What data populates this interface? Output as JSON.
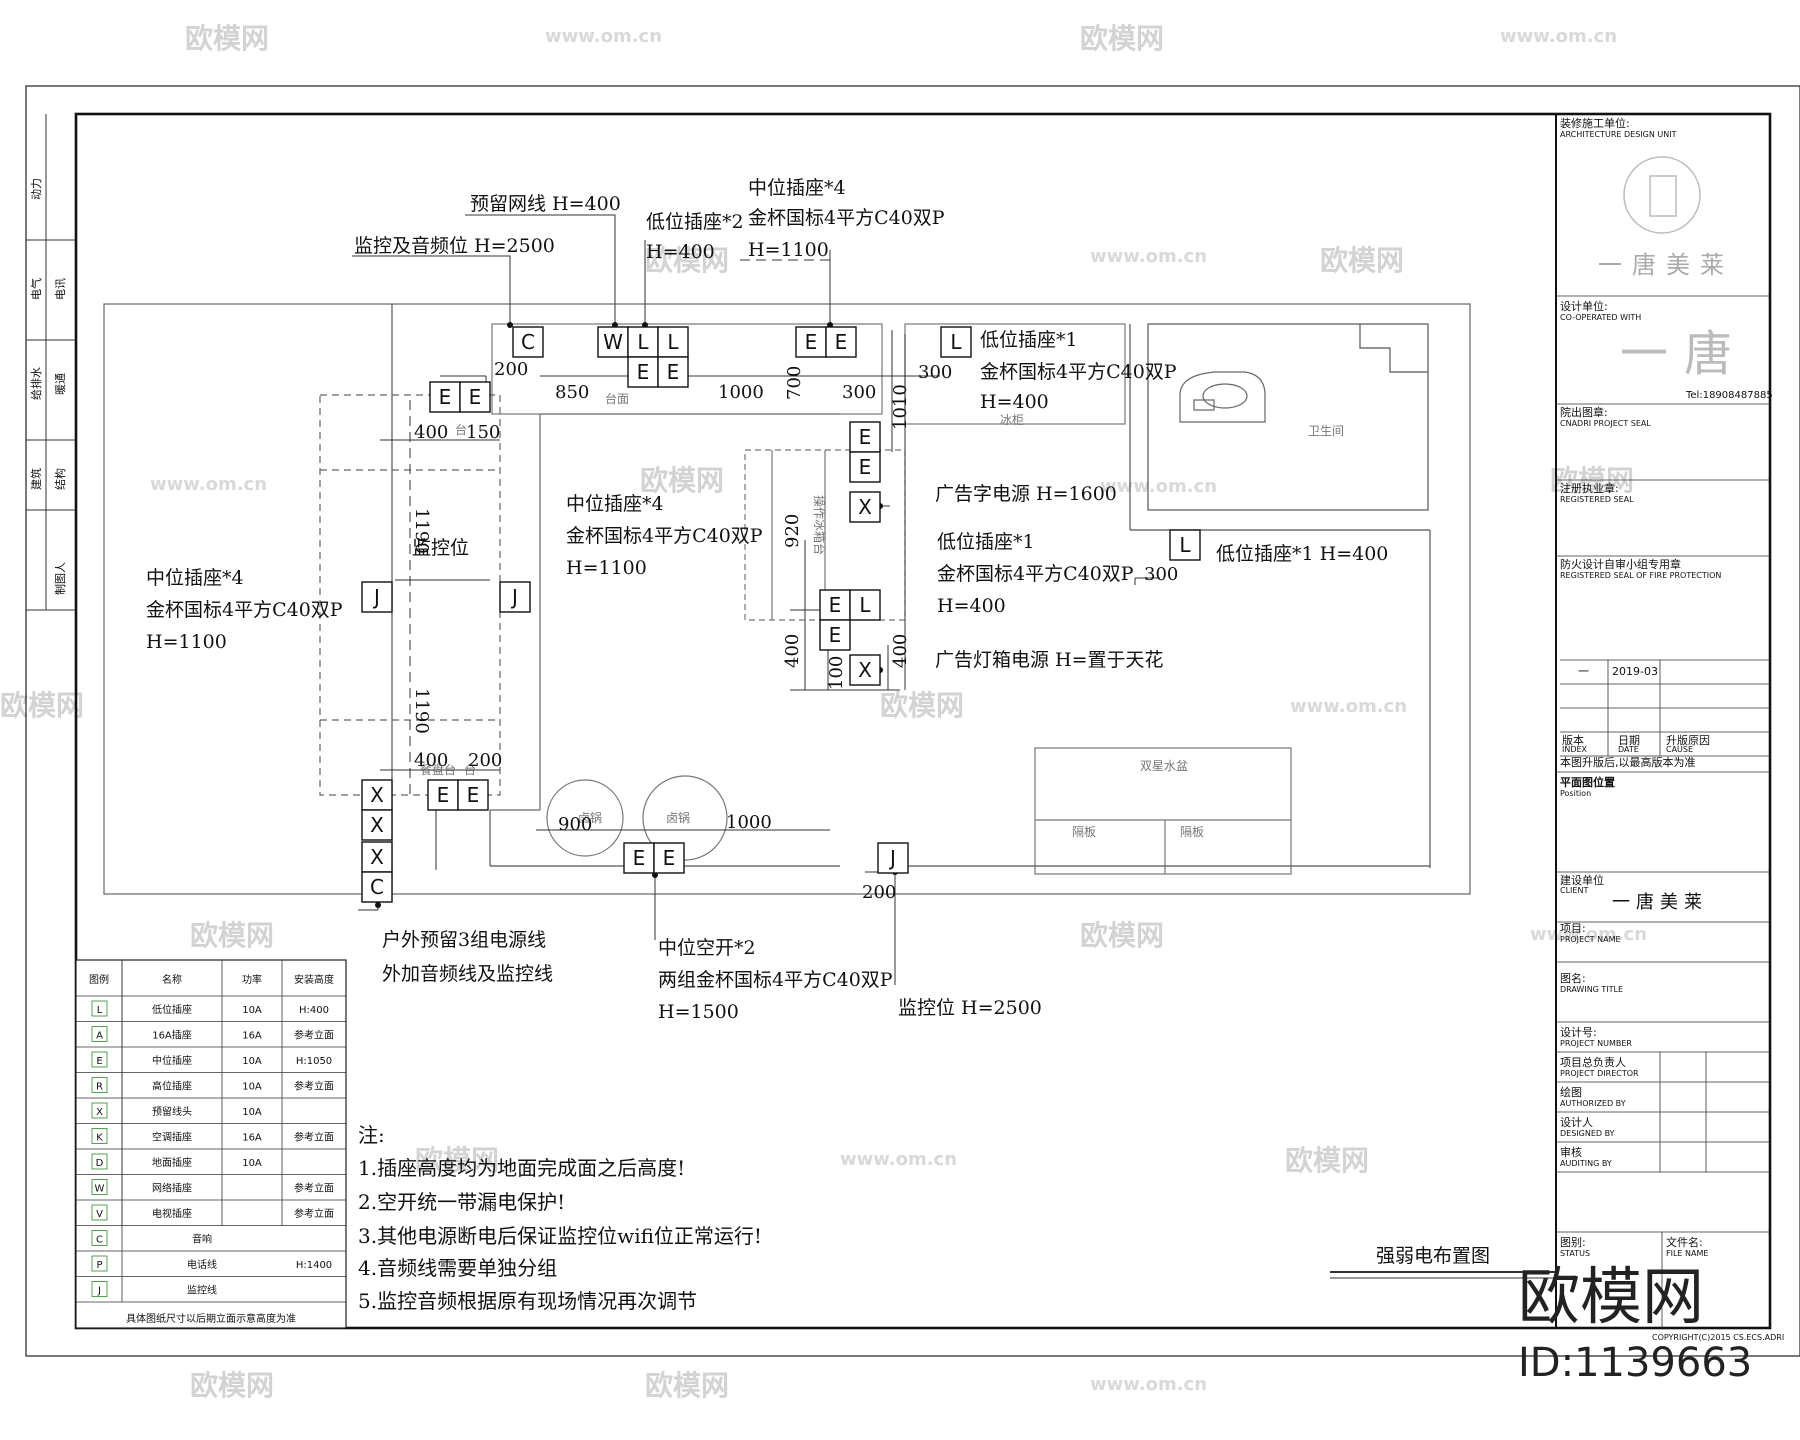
{
  "watermarks": {
    "brand": "欧模网",
    "url": "www.om.cn"
  },
  "left_strip": [
    "动力",
    "电气",
    "电讯",
    "给排水",
    "暖通",
    "建筑",
    "结构",
    "制图人"
  ],
  "annotations": {
    "a1": "预留网线 H=400",
    "a2": "监控及音频位 H=2500",
    "a3": "低位插座*2",
    "a4": "H=400",
    "a5": "中位插座*4",
    "a6": "金杯国标4平方C40双P",
    "a7": "H=1100",
    "a8": "低位插座*1",
    "a9": "金杯国标4平方C40双P",
    "a10": "H=400",
    "a11": "中位插座*4",
    "a12": "金杯国标4平方C40双P",
    "a13": "H=1100",
    "a14": "广告字电源 H=1600",
    "a15": "低位插座*1",
    "a16": "金杯国标4平方C40双P",
    "a17": "H=400",
    "a18": "低位插座*1 H=400",
    "a19": "中位插座*4",
    "a20": "金杯国标4平方C40双P",
    "a21": "H=1100",
    "a22": "监控位",
    "a23": "广告灯箱电源 H=置于天花",
    "a24": "户外预留3组电源线",
    "a25": "外加音频线及监控线",
    "a26": "中位空开*2",
    "a27": "两组金杯国标4平方C40双P",
    "a28": "H=1500",
    "a29": "监控位 H=2500"
  },
  "dims": {
    "d200a": "200",
    "d850": "850",
    "d1000a": "1000",
    "d700": "700",
    "d300a": "300",
    "d300b": "300",
    "d1010": "1010",
    "d400a": "400",
    "d150": "150",
    "d1190a": "1190",
    "d920": "920",
    "d300c": "300",
    "d400b": "400",
    "d400c": "400",
    "d100": "100",
    "d1190b": "1190",
    "d400d": "400",
    "d200b": "200",
    "d900": "900",
    "d1000b": "1000",
    "d200c": "200"
  },
  "rooms": {
    "r1": "台面",
    "r2": "冰柜",
    "r3": "卫生间",
    "r4": "台",
    "r5": "操作冰箱台",
    "r6": "双星水盆",
    "r7": "隔板",
    "r8": "隔板",
    "r9": "卤锅",
    "r10": "卤锅",
    "r11": "台",
    "r12": "餐盘台"
  },
  "symbols": {
    "s1": "C",
    "s2": "W",
    "s3": "L",
    "s4": "L",
    "s5": "E",
    "s6": "E",
    "s7": "E",
    "s8": "E",
    "s9": "L",
    "s10": "E",
    "s11": "E",
    "s12": "E",
    "s13": "E",
    "s14": "X",
    "s15": "J",
    "s16": "J",
    "s17": "L",
    "s18": "E",
    "s19": "L",
    "s20": "E",
    "s21": "X",
    "s22": "X",
    "s23": "E",
    "s24": "E",
    "s25": "X",
    "s26": "X",
    "s27": "C",
    "s28": "E",
    "s29": "E",
    "s30": "J"
  },
  "legend": {
    "headers": [
      "图例",
      "名称",
      "功率",
      "安装高度"
    ],
    "rows": [
      [
        "L",
        "低位插座",
        "10A",
        "H:400"
      ],
      [
        "A",
        "16A插座",
        "16A",
        "参考立面"
      ],
      [
        "E",
        "中位插座",
        "10A",
        "H:1050"
      ],
      [
        "R",
        "高位插座",
        "10A",
        "参考立面"
      ],
      [
        "X",
        "预留线头",
        "10A",
        ""
      ],
      [
        "K",
        "空调插座",
        "16A",
        "参考立面"
      ],
      [
        "D",
        "地面插座",
        "10A",
        ""
      ],
      [
        "W",
        "网络插座",
        "",
        "参考立面"
      ],
      [
        "V",
        "电视插座",
        "",
        "参考立面"
      ],
      [
        "C",
        "音响",
        "",
        ""
      ],
      [
        "P",
        "电话线",
        "",
        "H:1400"
      ],
      [
        "J",
        "监控线",
        "",
        ""
      ]
    ],
    "footer": "具体图纸尺寸以后期立面示意高度为准"
  },
  "notes": [
    "注:",
    "1.插座高度均为地面完成面之后高度!",
    "2.空开统一带漏电保护!",
    "3.其他电源断电后保证监控位wifi位正常运行!",
    "4.音频线需要单独分组",
    "5.监控音频根据原有现场情况再次调节"
  ],
  "drawing_title": "强弱电布置图",
  "title_block": {
    "construction_unit": "装修施工单位:",
    "construction_unit_en": "ARCHITECTURE DESIGN UNIT",
    "logo_text": "一唐美莱",
    "design_unit": "设计单位:",
    "design_unit_en": "CO-OPERATED WITH",
    "design_logo": "一唐",
    "tel": "Tel:18908487885",
    "seal": "院出图章:",
    "seal_en": "CNADRI PROJECT SEAL",
    "reg_seal": "注册执业章:",
    "reg_seal_en": "REGISTERED SEAL",
    "fire_seal": "防火设计自审小组专用章",
    "fire_seal_en": "REGISTERED SEAL OF FIRE PROTECTION",
    "rev_row": [
      "一",
      "2019-03",
      ""
    ],
    "rev_headers": [
      "版本",
      "日期",
      "升版原因"
    ],
    "rev_headers_en": [
      "INDEX",
      "DATE",
      "CAUSE"
    ],
    "rev_note": "本图升版后,以最高版本为准",
    "position": "平面图位置",
    "position_en": "Position",
    "client": "建设单位",
    "client_en": "CLIENT",
    "client_name": "一唐美莱",
    "project": "项目:",
    "project_en": "PROJECT NAME",
    "drawing": "图名:",
    "drawing_en": "DRAWING TITLE",
    "number": "设计号:",
    "number_en": "PROJECT NUMBER",
    "director": "项目总负责人",
    "director_en": "PROJECT DIRECTOR",
    "drawn": "绘图",
    "drawn_en": "AUTHORIZED BY",
    "designer": "设计人",
    "designer_en": "DESIGNED BY",
    "audit": "审核",
    "audit_en": "AUDITING BY",
    "status": "图别:",
    "status_en": "STATUS",
    "file": "文件名:",
    "file_en": "FILE NAME",
    "copyright": "COPYRIGHT(C)2015 CS.ECS.ADRI"
  },
  "stamp": {
    "brand": "欧模网",
    "id": "ID:1139663"
  }
}
